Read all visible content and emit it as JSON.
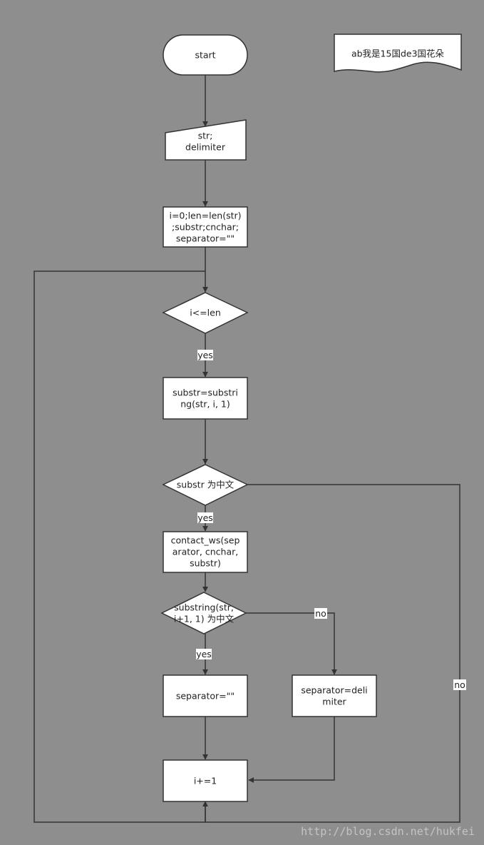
{
  "diagram": {
    "background": "#8e8e8e",
    "nodes": {
      "start": {
        "lines": [
          "start"
        ]
      },
      "note": {
        "lines": [
          "ab我是15国de3国花朵"
        ]
      },
      "input": {
        "lines": [
          "str;",
          "delimiter"
        ]
      },
      "init": {
        "lines": [
          "i=0;len=len(str)",
          ";substr;cnchar;",
          "separator=\"\""
        ]
      },
      "cond_loop": {
        "lines": [
          "i<=len"
        ]
      },
      "substr": {
        "lines": [
          "substr=substri",
          "ng(str, i, 1)"
        ]
      },
      "cond_cn": {
        "lines": [
          "substr 为中文"
        ]
      },
      "concat": {
        "lines": [
          "contact_ws(sep",
          "arator, cnchar,",
          "substr)"
        ]
      },
      "cond_next": {
        "lines": [
          "substring(str,",
          "i+1, 1) 为中文"
        ]
      },
      "sep_empty": {
        "lines": [
          "separator=\"\""
        ]
      },
      "sep_delim": {
        "lines": [
          "separator=deli",
          "miter"
        ]
      },
      "incr": {
        "lines": [
          "i+=1"
        ]
      }
    },
    "edge_labels": {
      "loop_yes": "yes",
      "cn_yes": "yes",
      "next_yes": "yes",
      "next_no": "no",
      "cn_no": "no"
    }
  },
  "watermark": "http://blog.csdn.net/hukfei"
}
